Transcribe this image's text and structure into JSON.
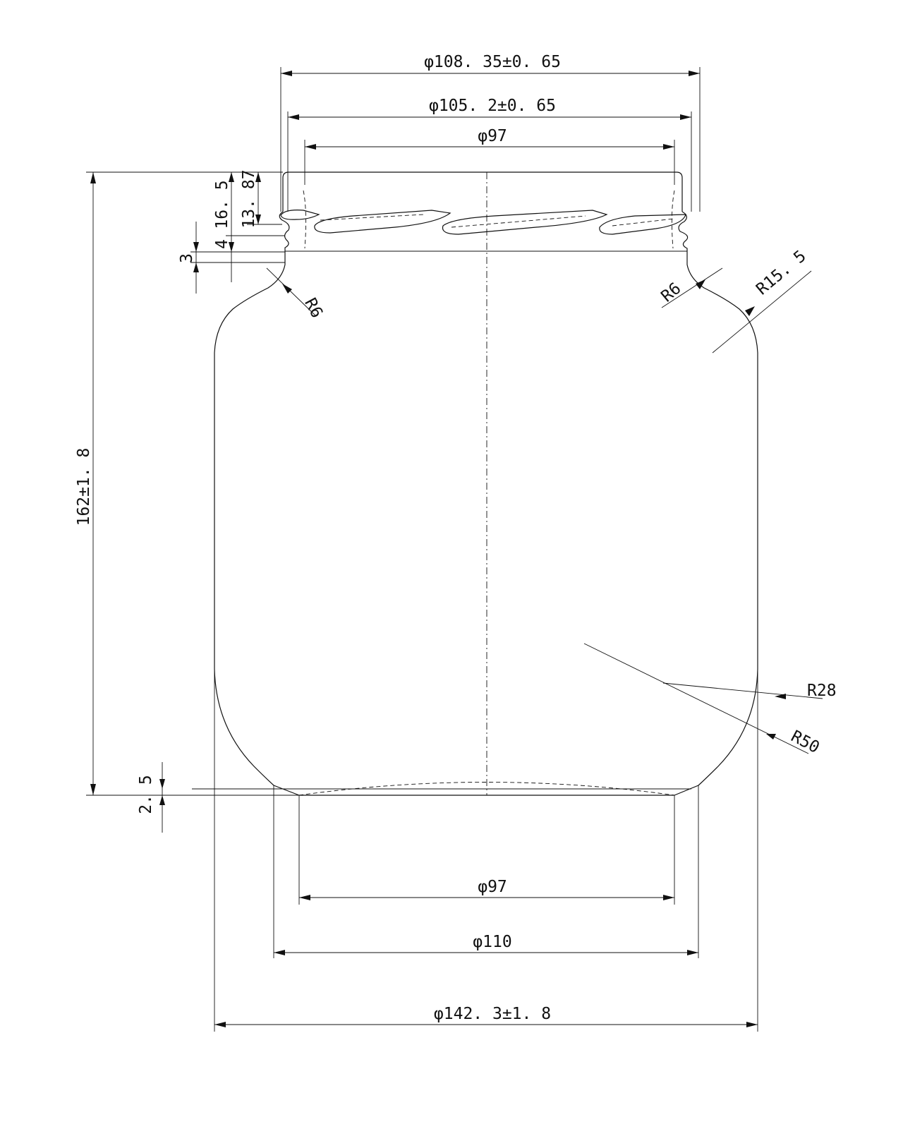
{
  "dimensions": {
    "top_outer_dia": "φ108. 35±0. 65",
    "top_thread_dia": "φ105. 2±0. 65",
    "top_inner_dia": "φ97",
    "height_16_5": "16. 5",
    "height_13_87": "13. 87",
    "height_4": "4",
    "height_3": "3",
    "total_height": "162±1. 8",
    "base_offset": "2. 5",
    "radius_r6_left": "R6",
    "radius_r6_right": "R6",
    "radius_r15_5": "R15. 5",
    "radius_r28": "R28",
    "radius_r50": "R50",
    "bottom_inner_dia": "φ97",
    "bottom_dia": "φ110",
    "body_dia": "φ142. 3±1. 8"
  }
}
